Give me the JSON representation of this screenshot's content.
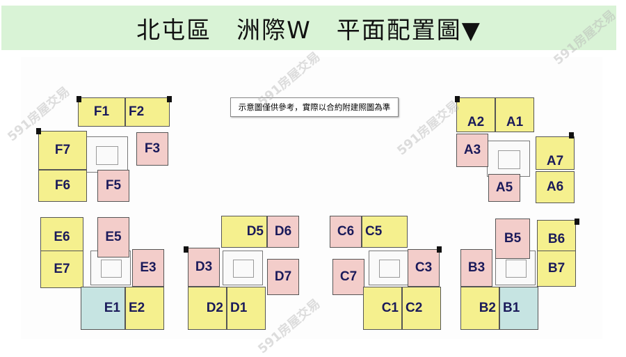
{
  "header": {
    "title": "北屯區　洲際W　平面配置圖▼"
  },
  "note": "示意圖僅供參考，實際以合約附建照圖為準",
  "watermark": "591房屋交易",
  "colors": {
    "yellow": "#f5f08e",
    "pink": "#f3cdca",
    "blue": "#c6e4e2",
    "banner": "#d9f3d6",
    "label": "#1a1a5a"
  },
  "units": {
    "F1": "F1",
    "F2": "F2",
    "F3": "F3",
    "F5": "F5",
    "F6": "F6",
    "F7": "F7",
    "E1": "E1",
    "E2": "E2",
    "E3": "E3",
    "E5": "E5",
    "E6": "E6",
    "E7": "E7",
    "D1": "D1",
    "D2": "D2",
    "D3": "D3",
    "D5": "D5",
    "D6": "D6",
    "D7": "D7",
    "C1": "C1",
    "C2": "C2",
    "C3": "C3",
    "C5": "C5",
    "C6": "C6",
    "C7": "C7",
    "B1": "B1",
    "B2": "B2",
    "B3": "B3",
    "B5": "B5",
    "B6": "B6",
    "B7": "B7",
    "A1": "A1",
    "A2": "A2",
    "A3": "A3",
    "A5": "A5",
    "A6": "A6",
    "A7": "A7"
  }
}
